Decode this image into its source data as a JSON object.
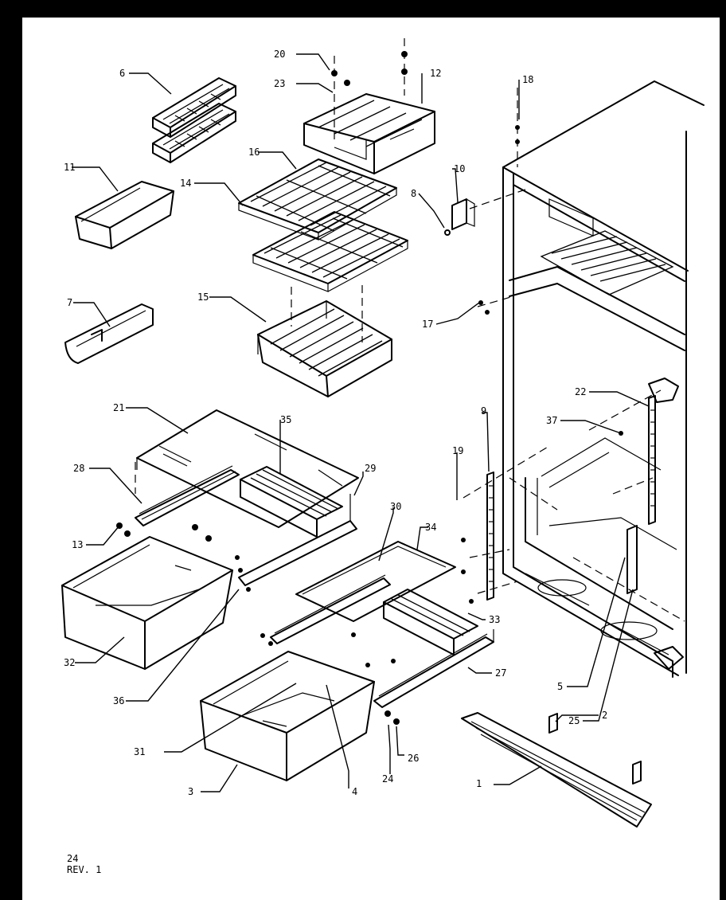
{
  "callouts": {
    "c1": "1",
    "c2": "2",
    "c3": "3",
    "c4": "4",
    "c5": "5",
    "c6": "6",
    "c7": "7",
    "c8": "8",
    "c9": "9",
    "c10": "10",
    "c11": "11",
    "c12": "12",
    "c13": "13",
    "c14": "14",
    "c15": "15",
    "c16": "16",
    "c17": "17",
    "c18": "18",
    "c19": "19",
    "c20": "20",
    "c21": "21",
    "c22": "22",
    "c23": "23",
    "c24": "24",
    "c25": "25",
    "c26": "26",
    "c27": "27",
    "c28": "28",
    "c29": "29",
    "c30": "30",
    "c31": "31",
    "c32": "32",
    "c33": "33",
    "c34": "34",
    "c35": "35",
    "c36": "36",
    "c37": "37"
  },
  "footer": {
    "page_number": "24",
    "revision": "REV. 1"
  }
}
